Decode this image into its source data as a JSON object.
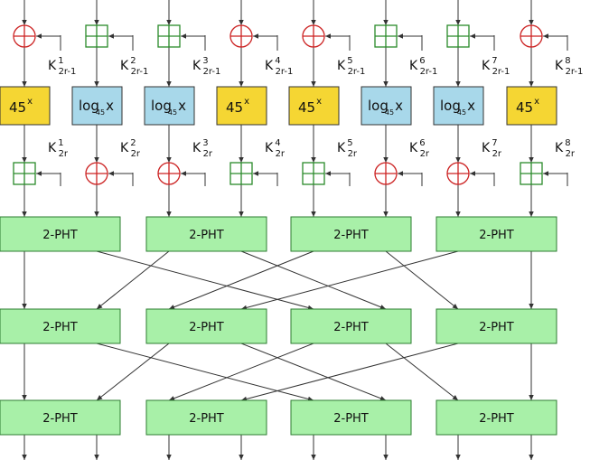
{
  "diagram": {
    "key_symbol": "K",
    "key_sub_top": "2r-1",
    "key_sub_bottom": "2r",
    "key_superscripts": [
      "1",
      "2",
      "3",
      "4",
      "5",
      "6",
      "7",
      "8"
    ],
    "top_ops": [
      "xor",
      "add",
      "add",
      "xor",
      "xor",
      "add",
      "add",
      "xor"
    ],
    "transforms": [
      "exp",
      "log",
      "log",
      "exp",
      "exp",
      "log",
      "log",
      "exp"
    ],
    "bottom_ops": [
      "add",
      "xor",
      "xor",
      "add",
      "add",
      "xor",
      "xor",
      "add"
    ],
    "exp_base": "45",
    "exp_power": "x",
    "log_text": "log",
    "log_base": "45",
    "log_arg": "x",
    "pht_label": "2-PHT",
    "pht_rows": 3,
    "colors": {
      "exp_fill": "#f5d633",
      "log_fill": "#a8d8ea",
      "pht_fill": "#a8f0a8",
      "xor_stroke": "#cc2222",
      "add_stroke": "#2a8a2a"
    }
  }
}
